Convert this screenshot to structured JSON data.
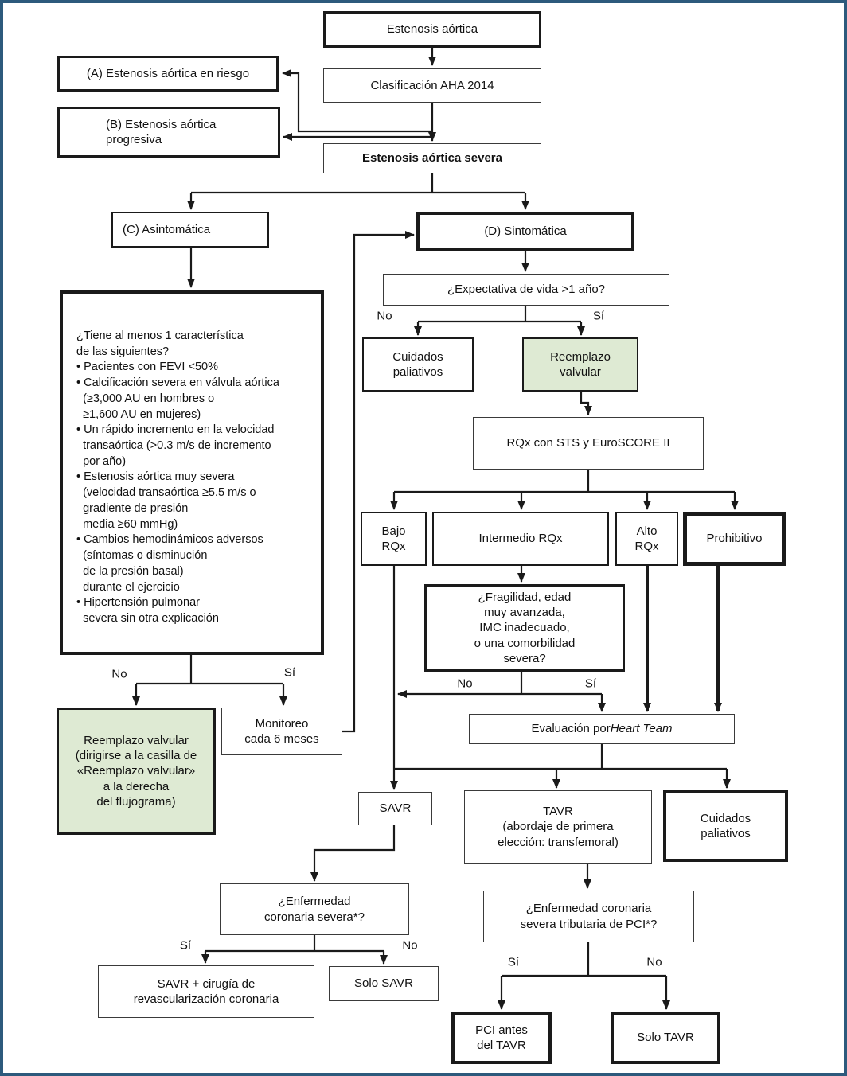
{
  "colors": {
    "frame": "#2d5a7c",
    "green_fill": "#deead3",
    "line": "#1a1a1a"
  },
  "nodes": {
    "root": "Estenosis aórtica",
    "classification": "Clasificación AHA 2014",
    "a": "(A) Estenosis aórtica en riesgo",
    "b": [
      "(B) Estenosis aórtica",
      "progresiva"
    ],
    "severe": "Estenosis aórtica severa",
    "c": "(C) Asintomática",
    "d": "(D) Sintomática",
    "life_expectancy": "¿Expectativa de vida >1 año?",
    "palliative_1": [
      "Cuidados",
      "paliativos"
    ],
    "valve_replacement": [
      "Reemplazo",
      "valvular"
    ],
    "risk_scores": "RQx con STS y EuroSCORE II",
    "low_risk": [
      "Bajo",
      "RQx"
    ],
    "intermediate_risk": "Intermedio RQx",
    "high_risk": [
      "Alto",
      "RQx"
    ],
    "prohibitive": "Prohibitivo",
    "criteria_lines": [
      "¿Tiene al menos 1 característica",
      "de las siguientes?",
      "• Pacientes con FEVI <50%",
      "• Calcificación severa en válvula aórtica",
      "  (≥3,000 AU en hombres o",
      "  ≥1,600 AU en mujeres)",
      "• Un rápido incremento en la velocidad",
      "  transaórtica (>0.3 m/s de incremento",
      "  por año)",
      "• Estenosis aórtica muy severa",
      "  (velocidad transaórtica ≥5.5 m/s o",
      "  gradiente de presión",
      "  media ≥60 mmHg)",
      "• Cambios hemodinámicos adversos",
      "  (síntomas o disminución",
      "  de la presión basal)",
      "  durante el ejercicio",
      "• Hipertensión pulmonar",
      "  severa sin otra explicación"
    ],
    "frailty": [
      "¿Fragilidad, edad",
      "muy avanzada,",
      "IMC inadecuado,",
      "o una comorbilidad",
      "severa?"
    ],
    "heart_team_prefix": "Evaluación por ",
    "heart_team_italic": "Heart Team",
    "valve_replacement_ref": [
      "Reemplazo valvular",
      "(dirigirse a la casilla de",
      "«Reemplazo valvular»",
      "a la derecha",
      "del flujograma)"
    ],
    "monitoring": [
      "Monitoreo",
      "cada 6 meses"
    ],
    "savr": "SAVR",
    "tavr": [
      "TAVR",
      "(abordaje de primera",
      "elección: transfemoral)"
    ],
    "palliative_2": [
      "Cuidados",
      "paliativos"
    ],
    "cad_question": [
      "¿Enfermedad",
      "coronaria severa*?"
    ],
    "savr_cabg": [
      "SAVR + cirugía de",
      "revascularización coronaria"
    ],
    "solo_savr": "Solo SAVR",
    "cad_pci_question": [
      "¿Enfermedad coronaria",
      "severa tributaria de PCI*?"
    ],
    "pci_before_tavr": [
      "PCI antes",
      "del TAVR"
    ],
    "solo_tavr": "Solo TAVR"
  },
  "labels": {
    "expectancy_no": "No",
    "expectancy_yes": "Sí",
    "criteria_no": "No",
    "criteria_yes": "Sí",
    "frailty_no": "No",
    "frailty_yes": "Sí",
    "cad_yes": "Sí",
    "cad_no": "No",
    "pci_yes": "Sí",
    "pci_no": "No"
  }
}
